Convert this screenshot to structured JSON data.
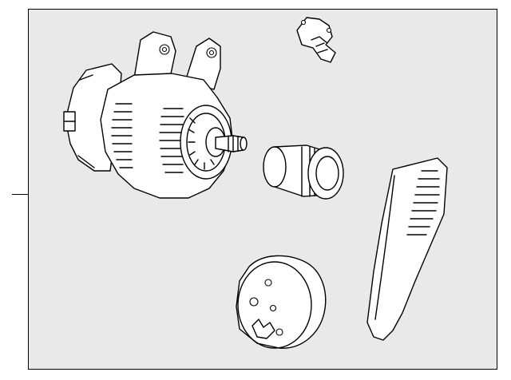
{
  "diagram": {
    "background": "#e9e9e9",
    "line_color": "#000000",
    "parts": [
      {
        "name": "alternator",
        "icon": "alternator-icon"
      },
      {
        "name": "voltage-regulator-connector",
        "icon": "connector-icon"
      },
      {
        "name": "pulley",
        "icon": "pulley-icon"
      },
      {
        "name": "rear-cover",
        "icon": "rear-cover-icon"
      },
      {
        "name": "drive-belt",
        "icon": "belt-icon"
      }
    ]
  }
}
